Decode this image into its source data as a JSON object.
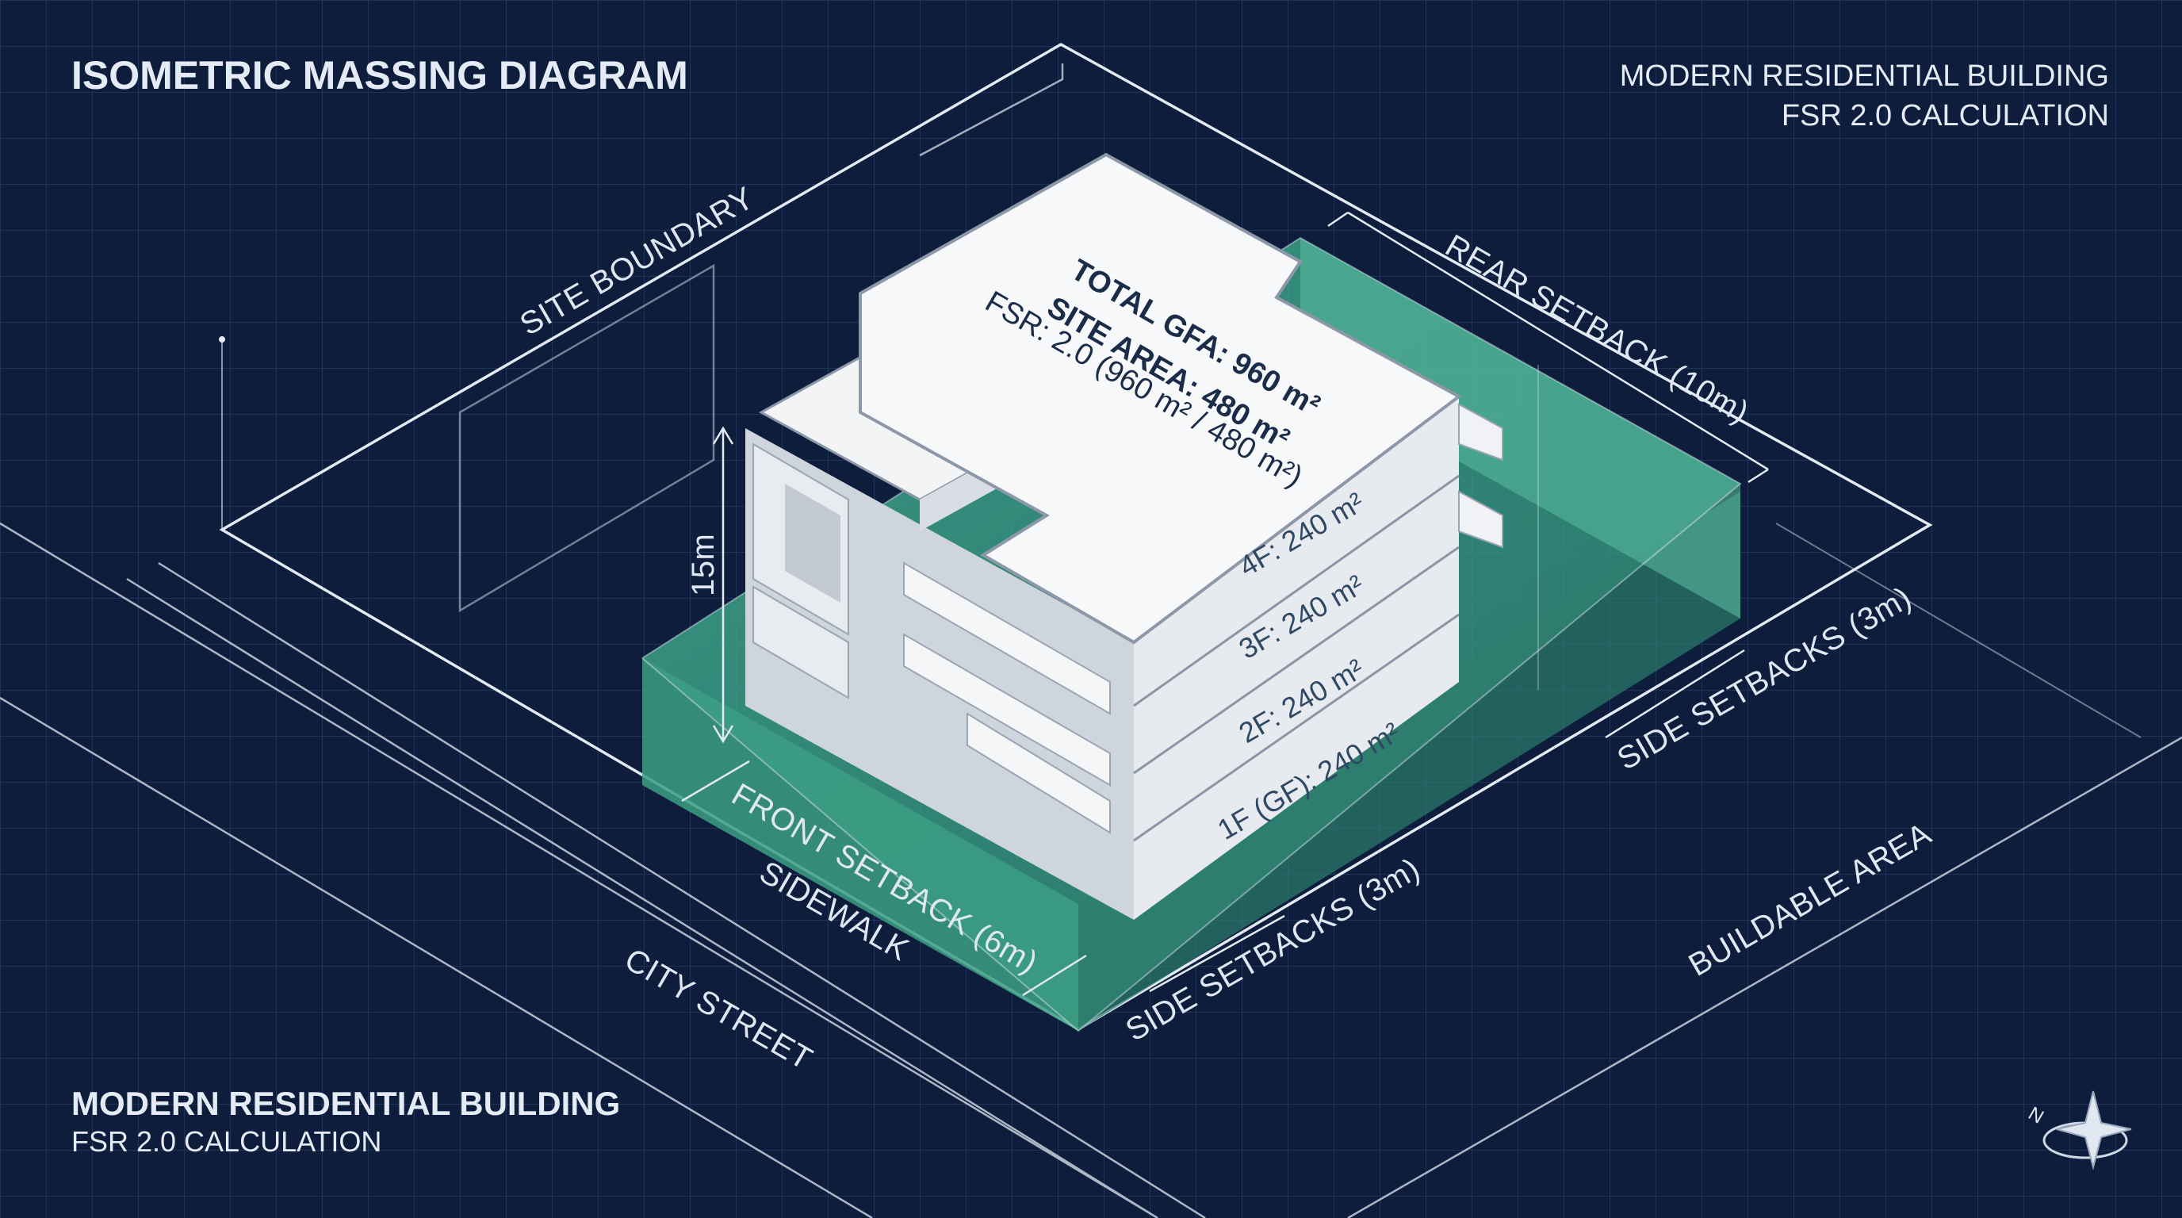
{
  "header": {
    "title": "ISOMETRIC MASSING DIAGRAM",
    "subtitle_line1": "MODERN RESIDENTIAL BUILDING",
    "subtitle_line2": "FSR 2.0 CALCULATION"
  },
  "footer": {
    "title": "MODERN RESIDENTIAL BUILDING",
    "subtitle": "FSR 2.0 CALCULATION"
  },
  "labels": {
    "site_boundary": "SITE BOUNDARY",
    "rear_setback": "REAR SETBACK (10m)",
    "side_setbacks_right": "SIDE SETBACKS (3m)",
    "side_setbacks_front": "SIDE SETBACKS (3m)",
    "front_setback": "FRONT SETBACK (6m)",
    "sidewalk": "SIDEWALK",
    "city_street": "CITY STREET",
    "buildable_area": "BUILDABLE AREA",
    "height": "15m"
  },
  "roof": {
    "total_gfa": "TOTAL GFA: 960 m²",
    "site_area": "SITE AREA: 480 m²",
    "fsr": "FSR: 2.0 (960 m² / 480 m²)"
  },
  "floors": [
    {
      "label": "4F: 240 m²"
    },
    {
      "label": "3F: 240 m²"
    },
    {
      "label": "2F: 240 m²"
    },
    {
      "label": "1F (GF): 240 m²"
    }
  ],
  "compass": {
    "label": "N"
  },
  "colors": {
    "background": "#0d1d3b",
    "grid": "#1e3256",
    "buildable_fill": "#3fae8c",
    "building": "#eceff3",
    "line": "#e3eaf4"
  }
}
